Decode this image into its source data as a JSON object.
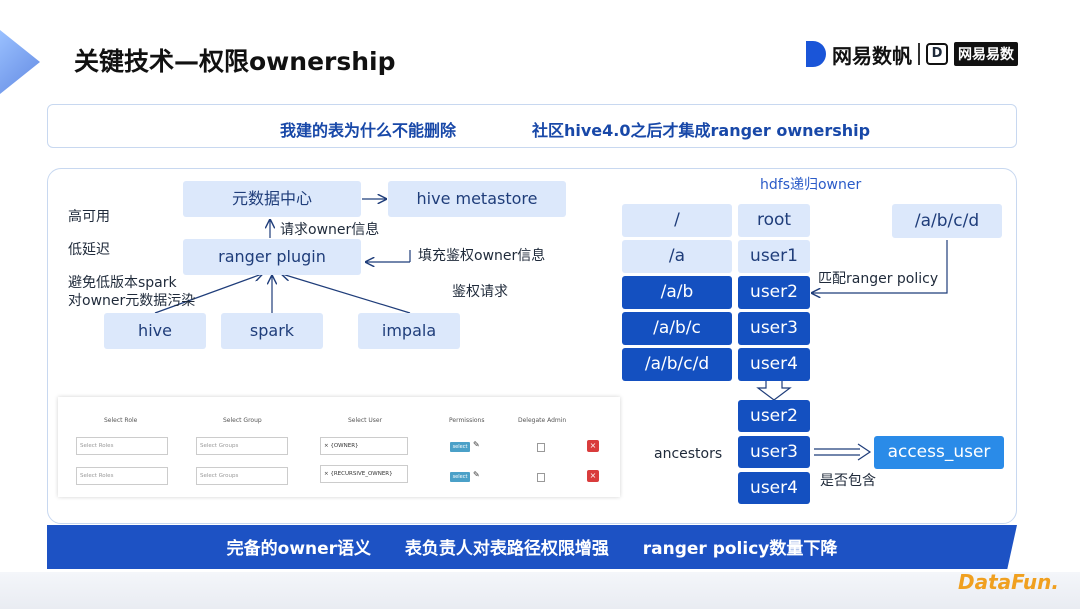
{
  "title": "关键技术—权限ownership",
  "brand": {
    "name": "网易数帆",
    "sub_icon": "D",
    "sub_name": "网易易数"
  },
  "top_panel": {
    "left_text": "我建的表为什么不能删除",
    "right_text": "社区hive4.0之后才集成ranger ownership"
  },
  "left_diagram": {
    "metadata_center": "元数据中心",
    "hive_metastore": "hive metastore",
    "ranger_plugin": "ranger plugin",
    "request_owner_info": "请求owner信息",
    "fill_owner_info": "填充鉴权owner信息",
    "auth_request": "鉴权请求",
    "engines": [
      "hive",
      "spark",
      "impala"
    ],
    "benefits": [
      "高可用",
      "低延迟",
      "避免低版本spark",
      "对owner元数据污染"
    ]
  },
  "permission_table": {
    "headers": [
      "Select Role",
      "Select Group",
      "Select User",
      "Permissions",
      "Delegate Admin"
    ],
    "rows": [
      {
        "role_placeholder": "Select Roles",
        "group_placeholder": "Select Groups",
        "user": "× {OWNER}",
        "permission": "select"
      },
      {
        "role_placeholder": "Select Roles",
        "group_placeholder": "Select Groups",
        "user": "× {RECURSIVE_OWNER}",
        "permission": "select"
      }
    ],
    "delete_icon": "×"
  },
  "right_diagram": {
    "title": "hdfs递归owner",
    "paths": [
      "/",
      "/a",
      "/a/b",
      "/a/b/c",
      "/a/b/c/d"
    ],
    "owners": [
      "root",
      "user1",
      "user2",
      "user3",
      "user4"
    ],
    "target_path": "/a/b/c/d",
    "match_label": "匹配ranger policy",
    "ancestors_label": "ancestors",
    "ancestors": [
      "user2",
      "user3",
      "user4"
    ],
    "access_user": "access_user",
    "contains_label": "是否包含"
  },
  "bottom_band": {
    "items": [
      "完备的owner语义",
      "表负责人对表路径权限增强",
      "ranger policy数量下降"
    ]
  },
  "footer": {
    "logo_text": "DataFun."
  },
  "colors": {
    "dark_blue": "#1450c0",
    "light_blue": "#dce8fb",
    "accent": "#2a8be8",
    "band": "#1d52c4",
    "datafun": "#f0a020"
  }
}
